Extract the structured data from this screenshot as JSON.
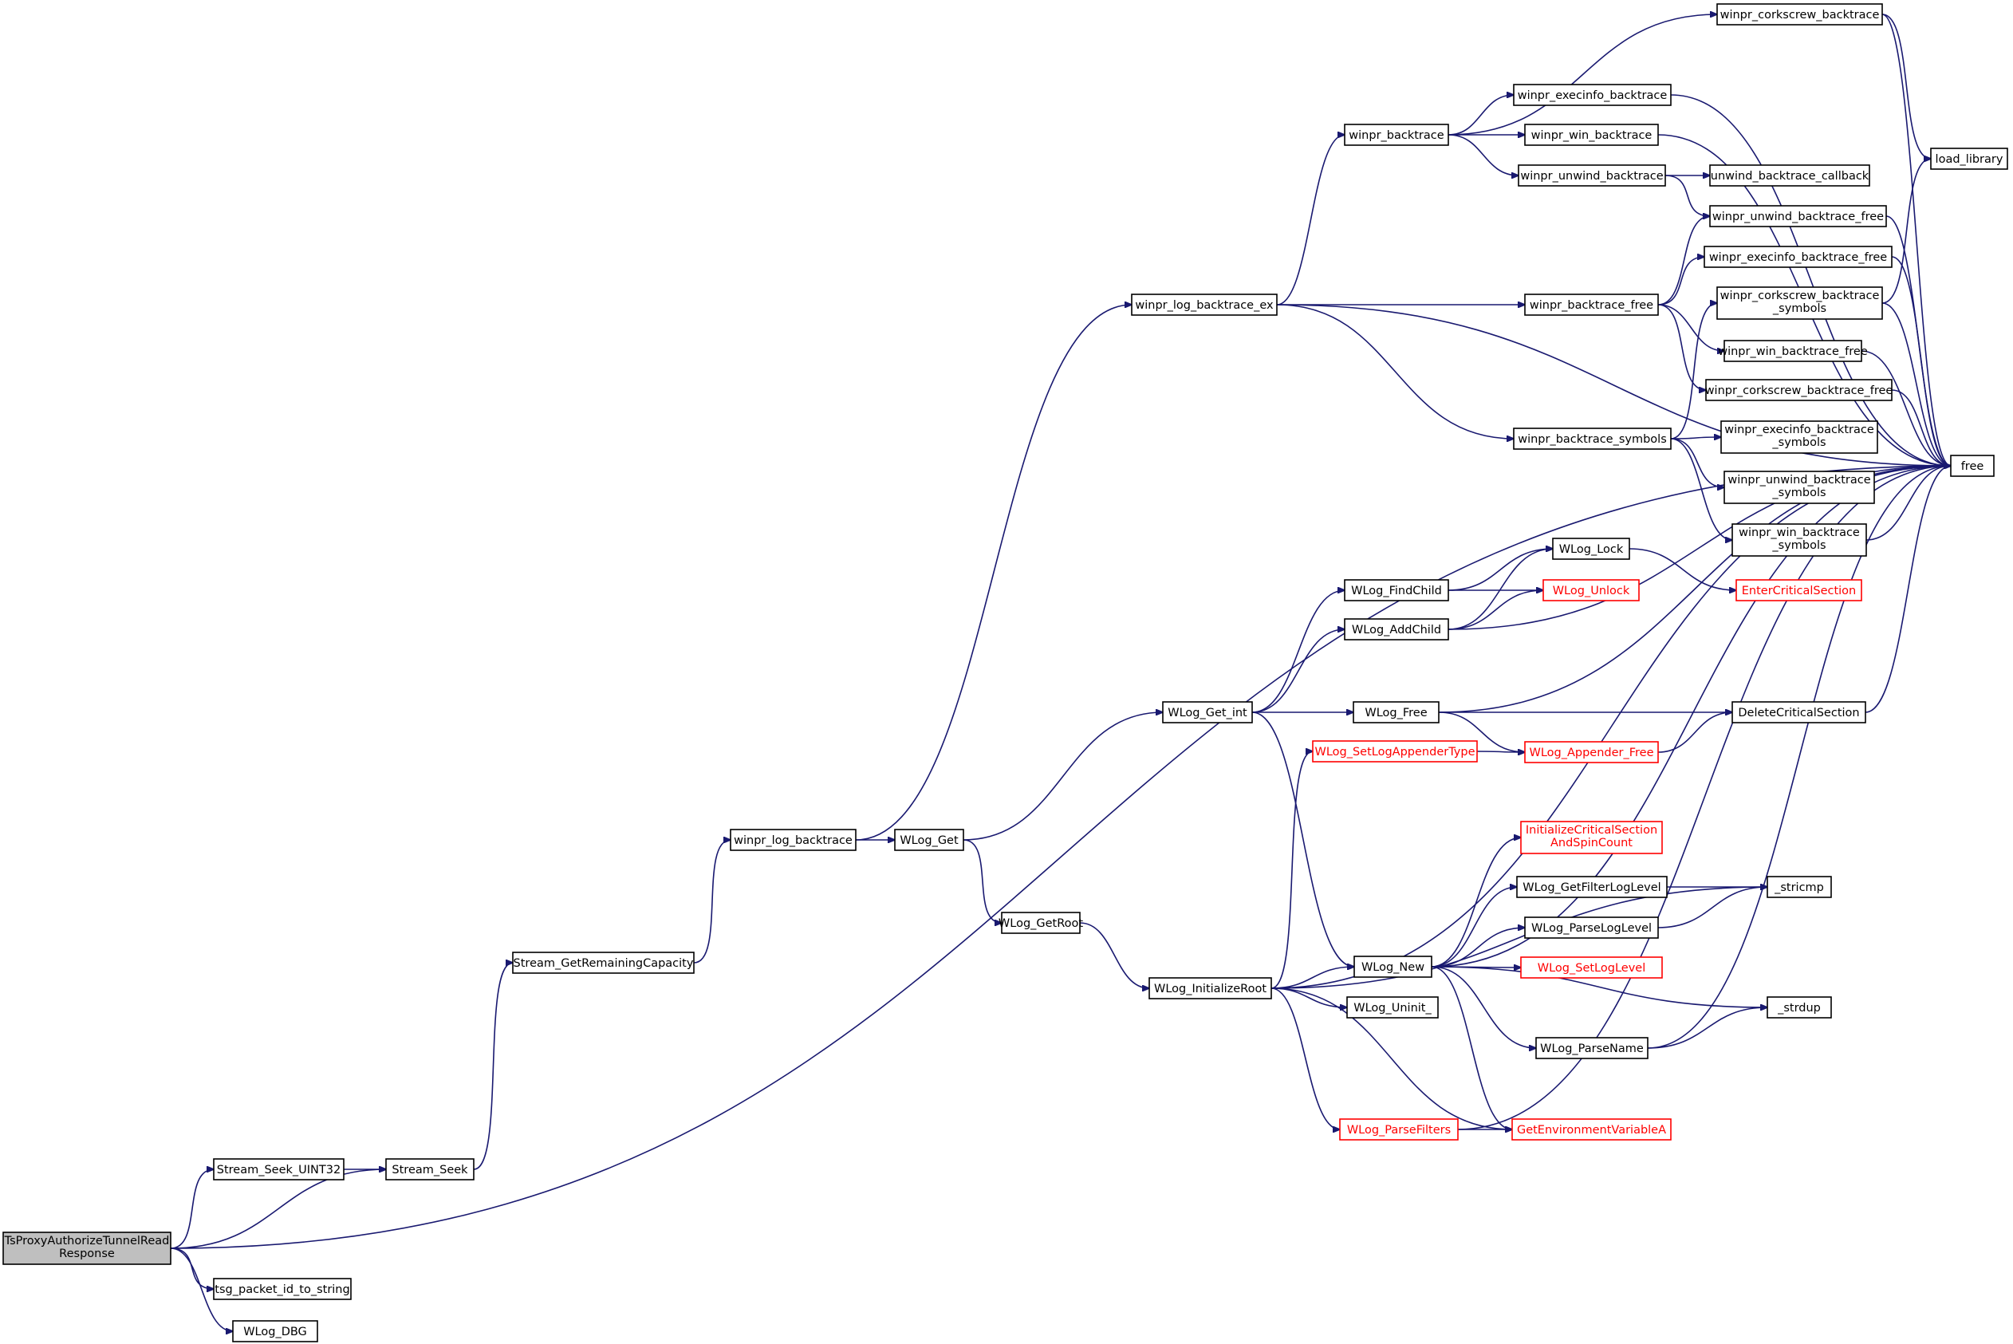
{
  "nodes": [
    {
      "id": "root",
      "lines": [
        "TsProxyAuthorizeTunnelRead",
        "Response"
      ],
      "kind": "root"
    },
    {
      "id": "ssu32",
      "lines": [
        "Stream_Seek_UINT32"
      ]
    },
    {
      "id": "sseek",
      "lines": [
        "Stream_Seek"
      ]
    },
    {
      "id": "sgrc",
      "lines": [
        "Stream_GetRemainingCapacity"
      ]
    },
    {
      "id": "tsgp",
      "lines": [
        "tsg_packet_id_to_string"
      ]
    },
    {
      "id": "wdbg",
      "lines": [
        "WLog_DBG"
      ]
    },
    {
      "id": "wlbt",
      "lines": [
        "winpr_log_backtrace"
      ]
    },
    {
      "id": "wlget",
      "lines": [
        "WLog_Get"
      ]
    },
    {
      "id": "wlgroot",
      "lines": [
        "WLog_GetRoot"
      ]
    },
    {
      "id": "wlbtex",
      "lines": [
        "winpr_log_backtrace_ex"
      ]
    },
    {
      "id": "wgetint",
      "lines": [
        "WLog_Get_int"
      ]
    },
    {
      "id": "winit",
      "lines": [
        "WLog_InitializeRoot"
      ]
    },
    {
      "id": "wbt",
      "lines": [
        "winpr_backtrace"
      ]
    },
    {
      "id": "wbtfree",
      "lines": [
        "winpr_backtrace_free"
      ]
    },
    {
      "id": "wbtsym",
      "lines": [
        "winpr_backtrace_symbols"
      ]
    },
    {
      "id": "wcork",
      "lines": [
        "winpr_corkscrew_backtrace"
      ]
    },
    {
      "id": "wexec",
      "lines": [
        "winpr_execinfo_backtrace"
      ]
    },
    {
      "id": "wwin",
      "lines": [
        "winpr_win_backtrace"
      ]
    },
    {
      "id": "wunw",
      "lines": [
        "winpr_unwind_backtrace"
      ]
    },
    {
      "id": "unwcb",
      "lines": [
        "unwind_backtrace_callback"
      ]
    },
    {
      "id": "wunwfree",
      "lines": [
        "winpr_unwind_backtrace_free"
      ]
    },
    {
      "id": "wexecfree",
      "lines": [
        "winpr_execinfo_backtrace_free"
      ]
    },
    {
      "id": "wcorksym",
      "lines": [
        "winpr_corkscrew_backtrace",
        "_symbols"
      ]
    },
    {
      "id": "wwinfree",
      "lines": [
        "winpr_win_backtrace_free"
      ]
    },
    {
      "id": "wcorkfree",
      "lines": [
        "winpr_corkscrew_backtrace_free"
      ]
    },
    {
      "id": "wexecsym",
      "lines": [
        "winpr_execinfo_backtrace",
        "_symbols"
      ]
    },
    {
      "id": "wunwsym",
      "lines": [
        "winpr_unwind_backtrace",
        "_symbols"
      ]
    },
    {
      "id": "wwinsym",
      "lines": [
        "winpr_win_backtrace",
        "_symbols"
      ]
    },
    {
      "id": "loadlib",
      "lines": [
        "load_library"
      ]
    },
    {
      "id": "free",
      "lines": [
        "free"
      ]
    },
    {
      "id": "wfind",
      "lines": [
        "WLog_FindChild"
      ]
    },
    {
      "id": "wadd",
      "lines": [
        "WLog_AddChild"
      ]
    },
    {
      "id": "wlock",
      "lines": [
        "WLog_Lock"
      ]
    },
    {
      "id": "wunlock",
      "lines": [
        "WLog_Unlock"
      ],
      "kind": "trunc"
    },
    {
      "id": "enter",
      "lines": [
        "EnterCriticalSection"
      ],
      "kind": "trunc"
    },
    {
      "id": "wfree",
      "lines": [
        "WLog_Free"
      ]
    },
    {
      "id": "delcs",
      "lines": [
        "DeleteCriticalSection"
      ]
    },
    {
      "id": "wsetapp",
      "lines": [
        "WLog_SetLogAppenderType"
      ],
      "kind": "trunc"
    },
    {
      "id": "wappfree",
      "lines": [
        "WLog_Appender_Free"
      ],
      "kind": "trunc"
    },
    {
      "id": "initcs",
      "lines": [
        "InitializeCriticalSection",
        "AndSpinCount"
      ],
      "kind": "trunc"
    },
    {
      "id": "wgetfilt",
      "lines": [
        "WLog_GetFilterLogLevel"
      ]
    },
    {
      "id": "stricmp",
      "lines": [
        "_stricmp"
      ]
    },
    {
      "id": "wparselvl",
      "lines": [
        "WLog_ParseLogLevel"
      ]
    },
    {
      "id": "wsetlvl",
      "lines": [
        "WLog_SetLogLevel"
      ],
      "kind": "trunc"
    },
    {
      "id": "wnew",
      "lines": [
        "WLog_New"
      ]
    },
    {
      "id": "strdup",
      "lines": [
        "_strdup"
      ]
    },
    {
      "id": "wparsename",
      "lines": [
        "WLog_ParseName"
      ]
    },
    {
      "id": "wuninit",
      "lines": [
        "WLog_Uninit_"
      ]
    },
    {
      "id": "wparsefilt",
      "lines": [
        "WLog_ParseFilters"
      ],
      "kind": "trunc"
    },
    {
      "id": "getenv",
      "lines": [
        "GetEnvironmentVariableA"
      ],
      "kind": "trunc"
    }
  ]
}
